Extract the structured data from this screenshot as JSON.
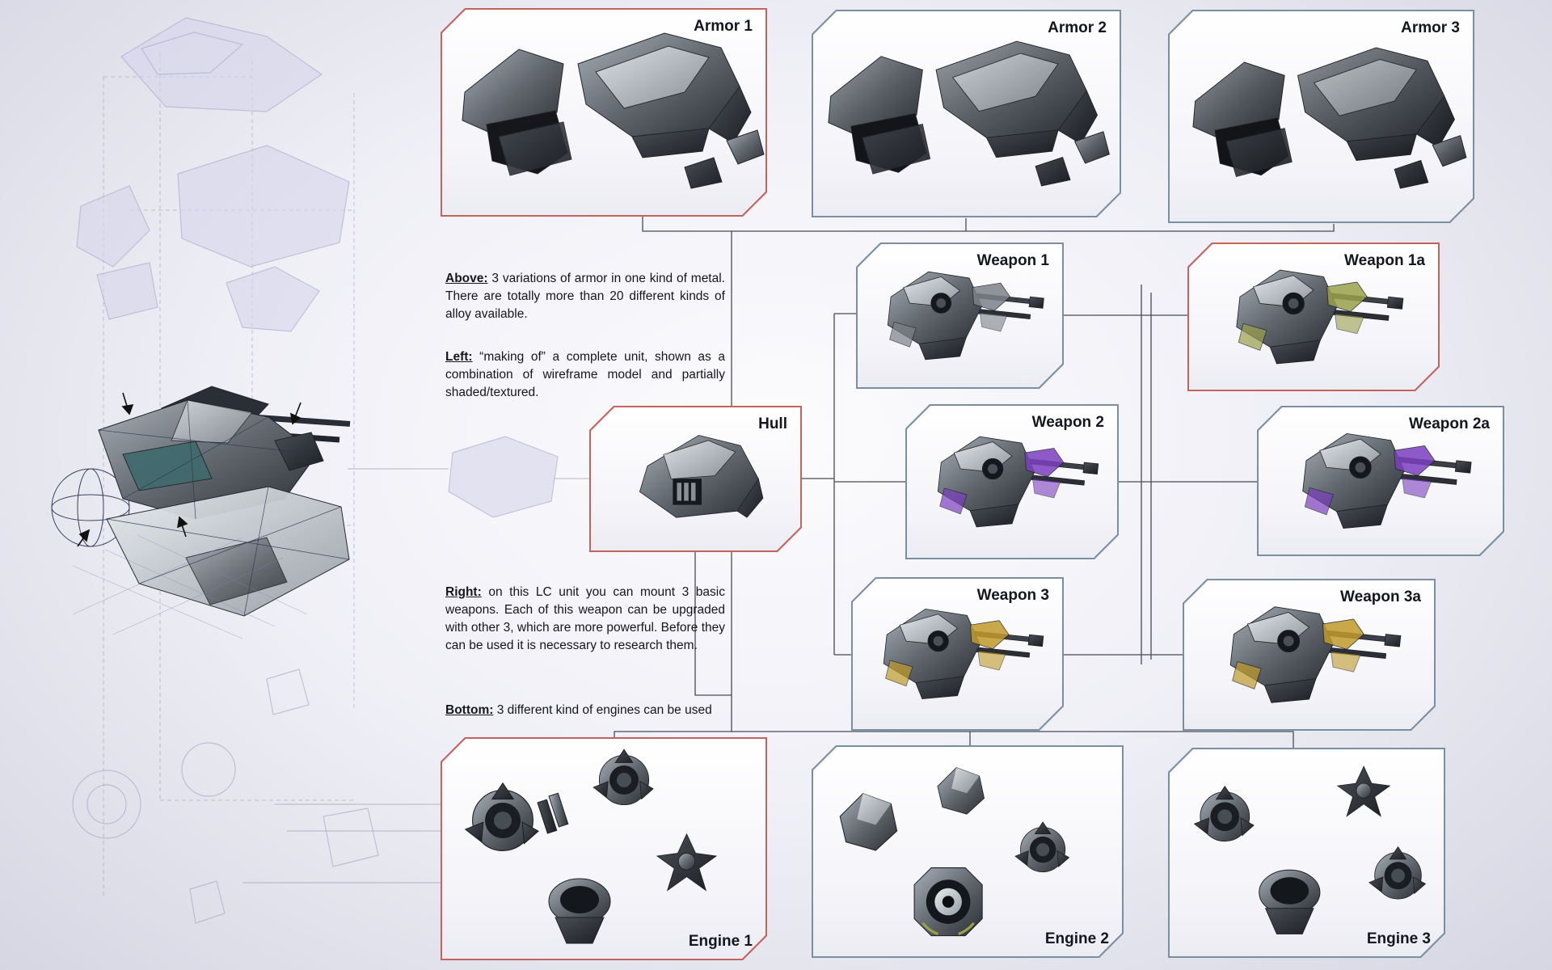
{
  "panels": [
    {
      "id": "armor-1",
      "label": "Armor 1",
      "border": "red",
      "label_position": "top"
    },
    {
      "id": "armor-2",
      "label": "Armor 2",
      "border": "blue",
      "label_position": "top"
    },
    {
      "id": "armor-3",
      "label": "Armor 3",
      "border": "blue",
      "label_position": "top"
    },
    {
      "id": "weapon-1",
      "label": "Weapon 1",
      "border": "blue",
      "label_position": "top"
    },
    {
      "id": "weapon-1a",
      "label": "Weapon 1a",
      "border": "red",
      "label_position": "top"
    },
    {
      "id": "hull",
      "label": "Hull",
      "border": "red",
      "label_position": "top"
    },
    {
      "id": "weapon-2",
      "label": "Weapon 2",
      "border": "blue",
      "label_position": "top"
    },
    {
      "id": "weapon-2a",
      "label": "Weapon 2a",
      "border": "blue",
      "label_position": "top"
    },
    {
      "id": "weapon-3",
      "label": "Weapon 3",
      "border": "blue",
      "label_position": "top"
    },
    {
      "id": "weapon-3a",
      "label": "Weapon 3a",
      "border": "blue",
      "label_position": "top"
    },
    {
      "id": "engine-1",
      "label": "Engine 1",
      "border": "red",
      "label_position": "bottom"
    },
    {
      "id": "engine-2",
      "label": "Engine 2",
      "border": "blue",
      "label_position": "bottom"
    },
    {
      "id": "engine-3",
      "label": "Engine 3",
      "border": "blue",
      "label_position": "bottom"
    }
  ],
  "notes": [
    {
      "lead": "Above:",
      "text": "3 variations of armor in one kind of metal. There are totally more than 20 different kinds of alloy available."
    },
    {
      "lead": "Left:",
      "text": "“making of” a complete unit, shown as a combination of wireframe model and partially shaded/textured."
    },
    {
      "lead": "Right:",
      "text": "on this LC unit you can mount 3 basic weapons. Each of this weapon can be upgraded with other 3, which are more powerful. Before they can be used it is necessary to research them."
    },
    {
      "lead": "Bottom:",
      "text": "3 different kind of engines can be used"
    }
  ],
  "colors": {
    "red_border": "#c4635e",
    "blue_border": "#7b8fa3",
    "weapon1_accent": "#7c828a",
    "weapon1a_accent": "#9aa04a",
    "weapon2_accent": "#7b3fbf",
    "weapon3_accent": "#c09a2a",
    "background_center": "#fcfcfe",
    "background_edge": "#d6d6e3"
  }
}
